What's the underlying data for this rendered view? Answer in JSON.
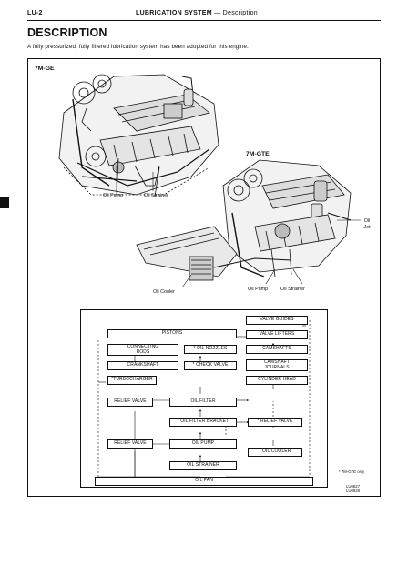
{
  "header": {
    "page_code": "LU-2",
    "section": "LUBRICATION SYSTEM",
    "separator": "—",
    "subsection": "Description"
  },
  "title": "DESCRIPTION",
  "intro": "A fully pressurized, fully filtered lubrication system has been adopted for this engine.",
  "engine_7mge": {
    "label": "7M-GE",
    "callouts": [
      "Oil Pump",
      "Oil Strainer"
    ]
  },
  "engine_7mgte": {
    "label": "7M-GTE",
    "callouts": [
      "Oil Jet",
      "Oil Cooler",
      "Oil Pump",
      "Oil Strainer"
    ]
  },
  "flow": {
    "boxes": {
      "valve_guides": "VALVE GUIDES",
      "pistons": "PISTONS",
      "valve_lifters": "VALVE LIFTERS",
      "connecting_rods": "CONNECTING\nRODS",
      "oil_nozzles": "* OIL NOZZLES",
      "camshafts": "CAMSHAFTS",
      "crankshaft": "CRANKSHAFT",
      "check_valve": "* CHECK VALVE",
      "camshaft_journals": "CAMSHAFT\nJOURNALS",
      "turbocharger": "*TURBOCHARGER",
      "cylinder_head": "CYLINDER HEAD",
      "relief_valve_1": "RELIEF VALVE",
      "oil_filter": "OIL FILTER",
      "oil_filter_bracket": "* OIL FILTER BRACKET",
      "relief_valve_star": "* RELIEF VALVE",
      "relief_valve_2": "RELIEF VALVE",
      "oil_pump": "OIL PUMP",
      "oil_cooler": "* OIL COOLER",
      "oil_strainer": "OIL STRAINER",
      "oil_pan": "OIL PAN"
    },
    "footnote": "* 7M-GTE only",
    "codes": [
      "LU0827",
      "LU0828"
    ]
  }
}
